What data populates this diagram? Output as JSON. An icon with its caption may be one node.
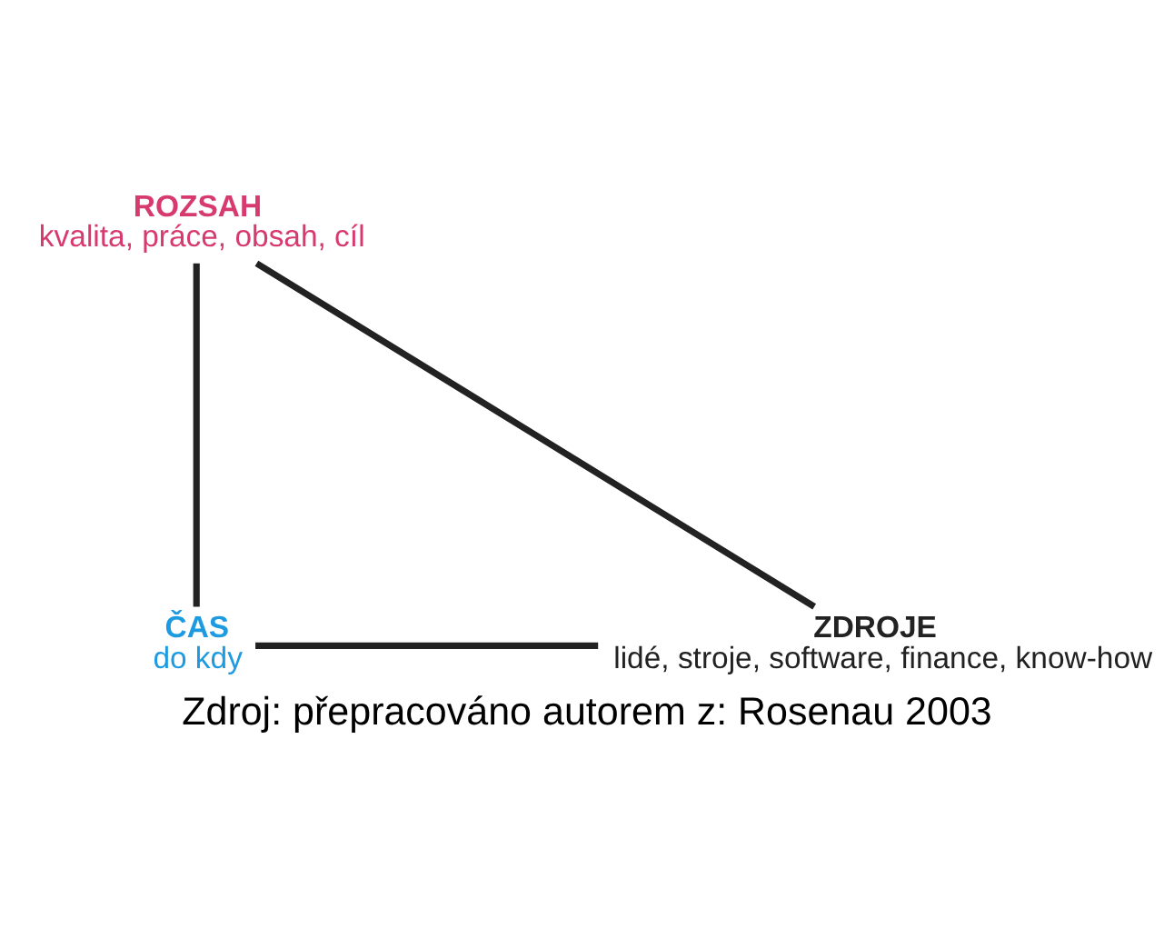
{
  "diagram": {
    "caption": "Zdroj: přepracováno autorem z: Rosenau 2003",
    "nodes": [
      {
        "text": [
          "ROZSAH",
          "kvalita, práce, obsah, cíl"
        ]
      },
      {
        "text": [
          "ČAS",
          "do kdy"
        ]
      },
      {
        "text": [
          "ZDROJE",
          "lidé, stroje, software, finance, know-how"
        ]
      }
    ],
    "edges": [
      {
        "from": 0,
        "to": 1,
        "arrow": "none"
      },
      {
        "from": 1,
        "to": 2,
        "arrow": "none"
      },
      {
        "from": 2,
        "to": 0,
        "arrow": "none"
      }
    ]
  }
}
